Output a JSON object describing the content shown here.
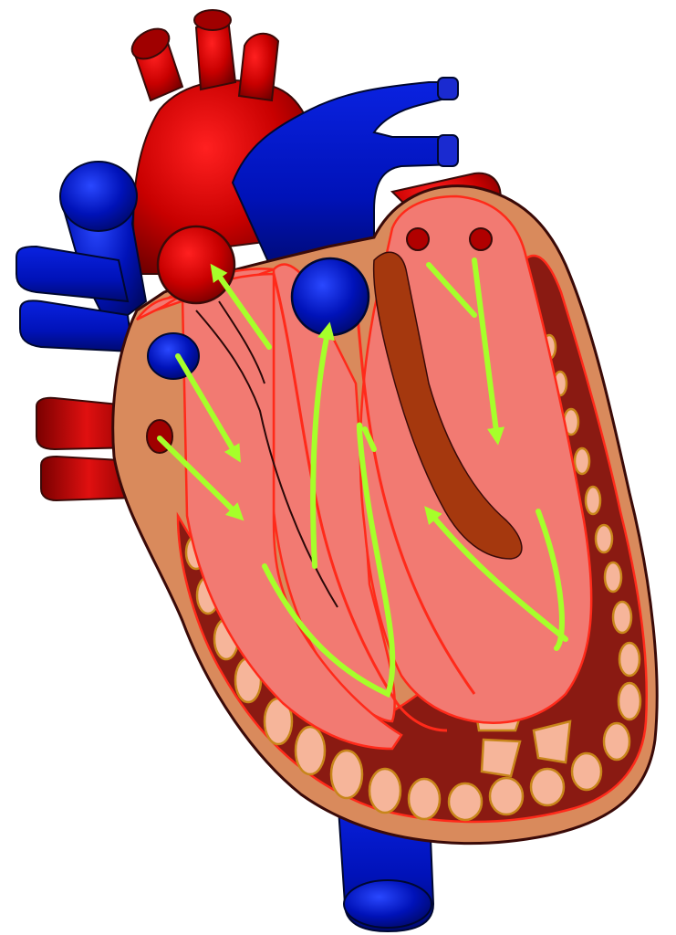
{
  "diagram": {
    "subject": "heart-cross-section",
    "labels": [],
    "colors": {
      "oxygenated_vessel": "#c40000",
      "oxygenated_vessel_light": "#ff1a1a",
      "deoxygenated_vessel": "#0010b0",
      "deoxygenated_vessel_light": "#1a3cff",
      "chamber_fill": "#f27a72",
      "outer_wall": "#d98a5c",
      "muscle_wall": "#8a1a12",
      "muscle_fiber": "#f6b59a",
      "septum_dark": "#a5380e",
      "outline": "#3a0a08",
      "flow_arrow": "#a6ff2a"
    },
    "components": [
      "aorta",
      "pulmonary-artery",
      "superior-vena-cava",
      "inferior-vena-cava",
      "pulmonary-veins",
      "right-atrium",
      "left-atrium",
      "right-ventricle",
      "left-ventricle",
      "septum",
      "blood-flow-arrows"
    ]
  }
}
